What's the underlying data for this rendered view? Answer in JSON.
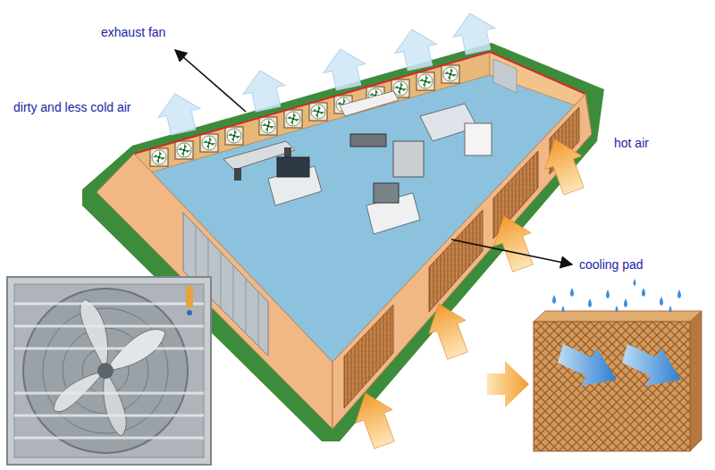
{
  "diagram": {
    "labels": [
      "exhaust fan",
      "dirty and less cold air",
      "hot air",
      "cooling pad"
    ]
  }
}
